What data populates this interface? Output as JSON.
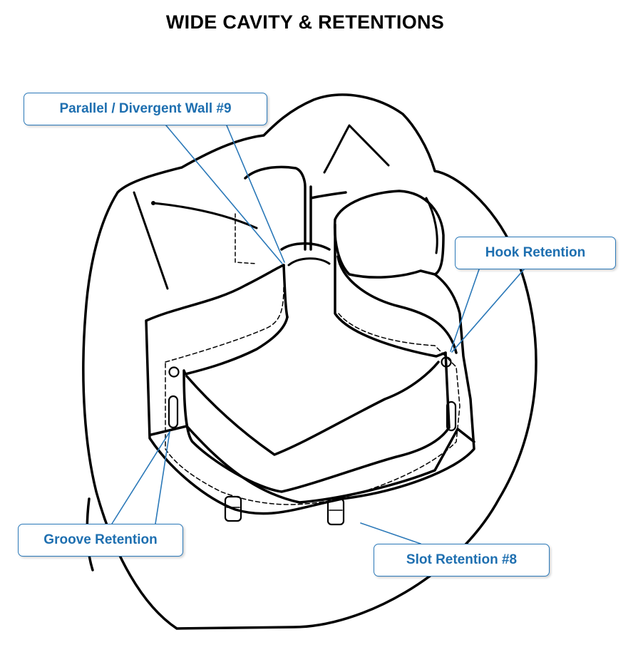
{
  "title": "WIDE CAVITY & RETENTIONS",
  "callouts": {
    "parallel_wall": "Parallel / Divergent Wall #9",
    "hook": "Hook Retention",
    "groove": "Groove Retention",
    "slot": "Slot Retention #8"
  },
  "colors": {
    "label_text": "#1e6fb0",
    "label_border": "#2a78b8",
    "leader_line": "#2a78b8",
    "outline": "#000000"
  }
}
